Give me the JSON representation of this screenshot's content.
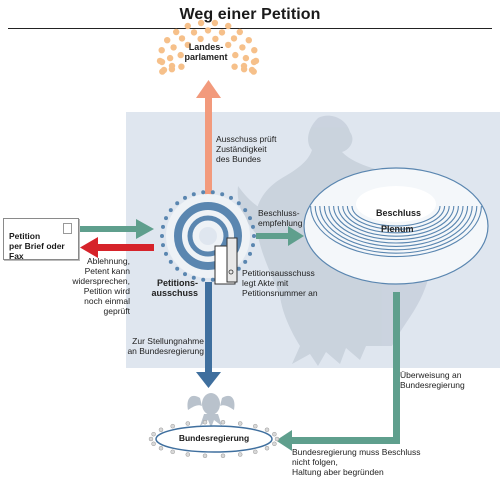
{
  "title": "Weg einer Petition",
  "colors": {
    "accent_blue": "#3f6f9e",
    "accent_green": "#5f9f8d",
    "accent_red": "#d6232a",
    "accent_salmon": "#f29a7c",
    "landesparlament_seats": "#f6c08a",
    "panel": "#dfe6ef"
  },
  "nodes": {
    "landesparlament": "Landes-\nparlament",
    "petition_box": "Petition\nper Brief oder Fax",
    "petitionsausschuss": "Petitions-\nausschuss",
    "plenum_beschluss": "Beschluss",
    "plenum": "Plenum",
    "bundesregierung": "Bundesregierung"
  },
  "labels": {
    "zustaendigkeit": "Ausschuss prüft\nZuständigkeit\ndes Bundes",
    "ablehnung": "Ablehnung,\nPetent kann\nwidersprechen,\nPetition wird\nnoch einmal\ngeprüft",
    "beschlussempfehlung": "Beschluss-\nempfehlung",
    "akte": "Petitionsausschuss\nlegt Akte mit\nPetitionsnummer an",
    "stellungnahme": "Zur Stellungnahme\nan Bundesregierung",
    "ueberweisung": "Überweisung an\nBundesregierung",
    "beschluss_folgen": "Bundesregierung muss Beschluss\nnicht folgen,\nHaltung aber begründen"
  },
  "icons": [
    "eagle-icon",
    "folder-icon",
    "envelope-stamp-icon",
    "federal-eagle-icon"
  ]
}
